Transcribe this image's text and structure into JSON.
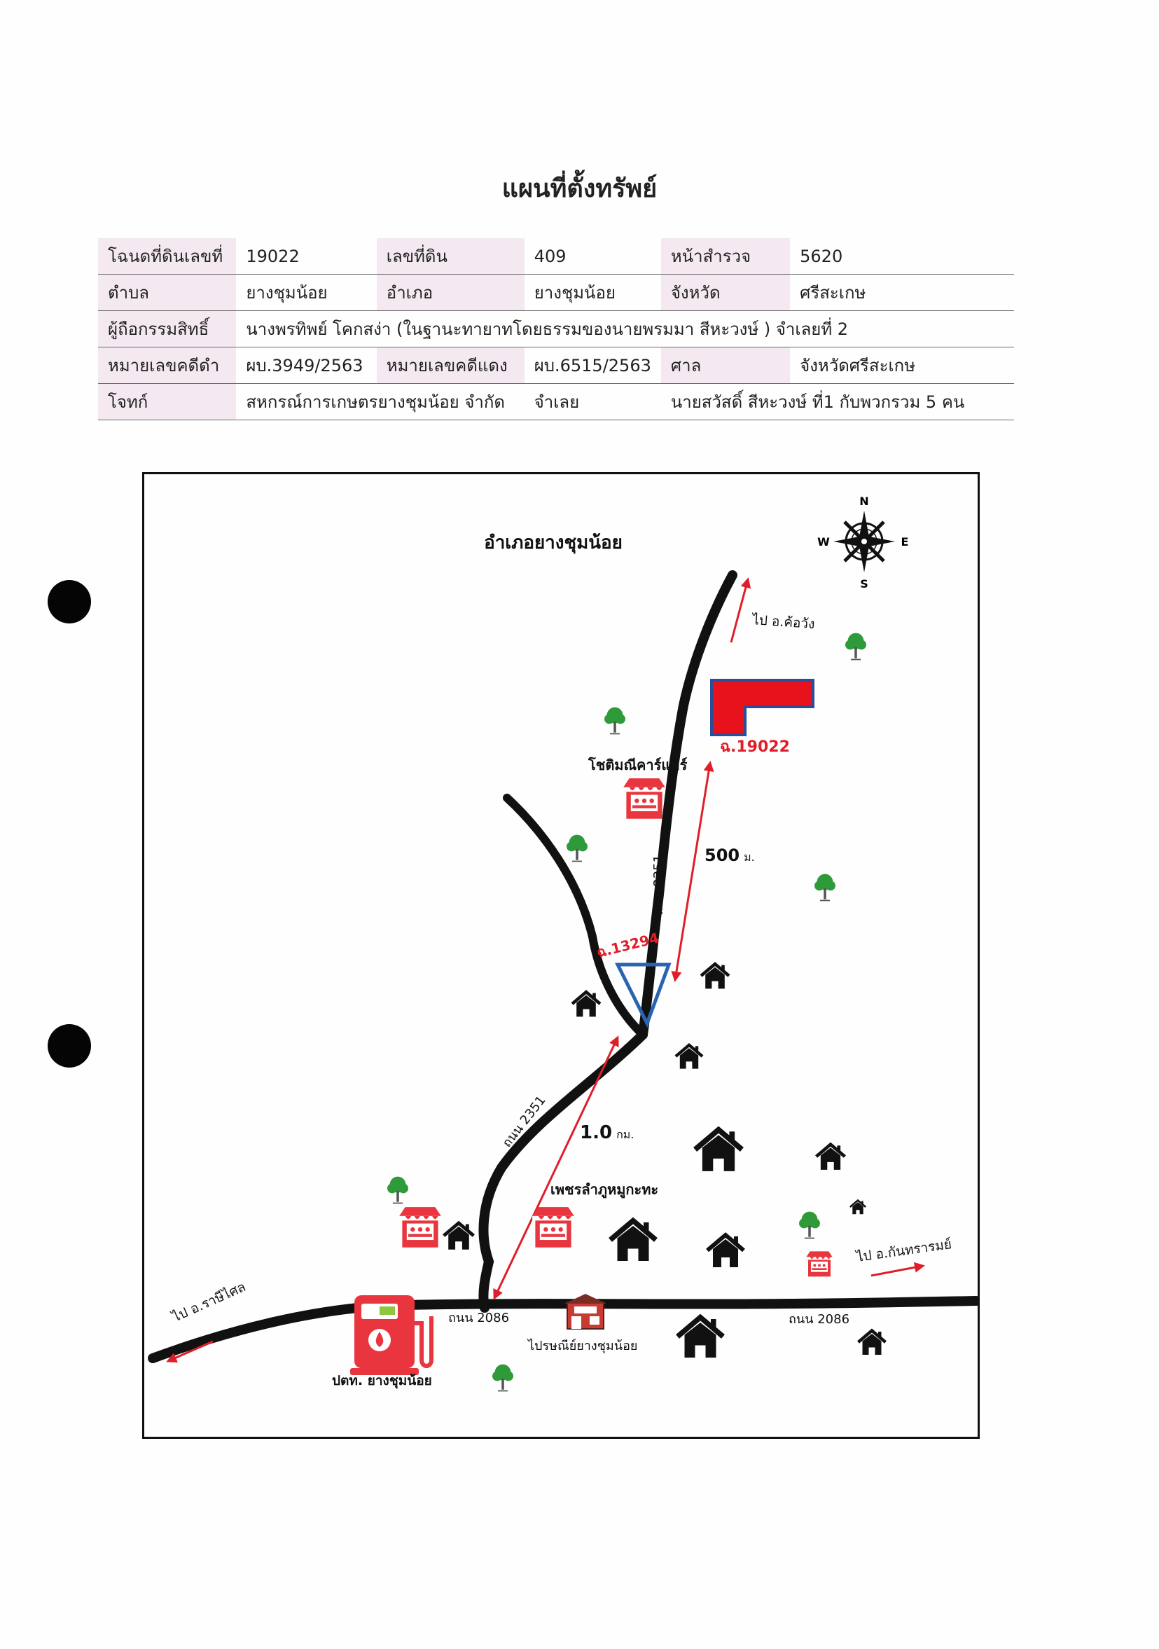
{
  "page": {
    "title": "แผนที่ตั้งทรัพย์"
  },
  "deed": {
    "rows": [
      [
        {
          "label": "โฉนดที่ดินเลขที่",
          "value": "19022"
        },
        {
          "label": "เลขที่ดิน",
          "value": "409"
        },
        {
          "label": "หน้าสำรวจ",
          "value": "5620"
        }
      ],
      [
        {
          "label": "ตำบล",
          "value": "ยางชุมน้อย"
        },
        {
          "label": "อำเภอ",
          "value": "ยางชุมน้อย"
        },
        {
          "label": "จังหวัด",
          "value": "ศรีสะเกษ"
        }
      ],
      [
        {
          "label": "ผู้ถือกรรมสิทธิ์",
          "value": "นางพรทิพย์ โคกสง่า (ในฐานะทายาทโดยธรรมของนายพรมมา สีหะวงษ์ ) จำเลยที่ 2"
        }
      ],
      [
        {
          "label": "หมายเลขคดีดำ",
          "value": "ผบ.3949/2563"
        },
        {
          "label": "หมายเลขคดีแดง",
          "value": "ผบ.6515/2563"
        },
        {
          "label": "ศาล",
          "value": "จังหวัดศรีสะเกษ"
        }
      ],
      [
        {
          "label": "โจทก์",
          "value": "สหกรณ์การเกษตรยางชุมน้อย จำกัด"
        },
        {
          "label": "จำเลย",
          "value": "นายสวัสดิ์ สีหะวงษ์ ที่1 กับพวกรวม 5 คน"
        }
      ]
    ]
  },
  "map": {
    "district_title": "อำเภอยางชุมน้อย",
    "compass": {
      "north": "N",
      "south": "S",
      "east": "E",
      "west": "W"
    },
    "labels": {
      "to_kho_wang": "ไป อ.ค้อวัง",
      "to_kanthararom": "ไป อ.กันทรารมย์",
      "to_rasi_salai": "ไป อ.ราษีไศล",
      "parcel_main": "ฉ.19022",
      "parcel_other": "ฉ.13294",
      "road_2351_upper": "ถนน 2351",
      "road_2351_lower": "ถนน 2351",
      "road_2086_left": "ถนน 2086",
      "road_2086_right": "ถนน 2086",
      "distance_500": "500",
      "distance_500_unit": "ม.",
      "distance_1km": "1.0",
      "distance_1km_unit": "กม.",
      "shop_chotimanee": "โชติมณีคาร์แคร์",
      "shop_phet": "เพชรลำภูหมูกะทะ",
      "gas_station": "ปตท. ยางชุมน้อย",
      "post_office": "ไปรษณีย์ยางชุมน้อย"
    },
    "colors": {
      "road": "#111111",
      "main_parcel_fill": "#e8121c",
      "main_parcel_outline": "#2a4e9a",
      "other_parcel_outline": "#2a63b0",
      "arrow": "#e01e2a",
      "shop": "#e8353e",
      "tree": "#2e9a3a"
    },
    "icons": [
      "tree-icon",
      "house-icon",
      "shop-icon",
      "gas-station-icon",
      "post-office-icon",
      "compass-rose-icon"
    ]
  }
}
